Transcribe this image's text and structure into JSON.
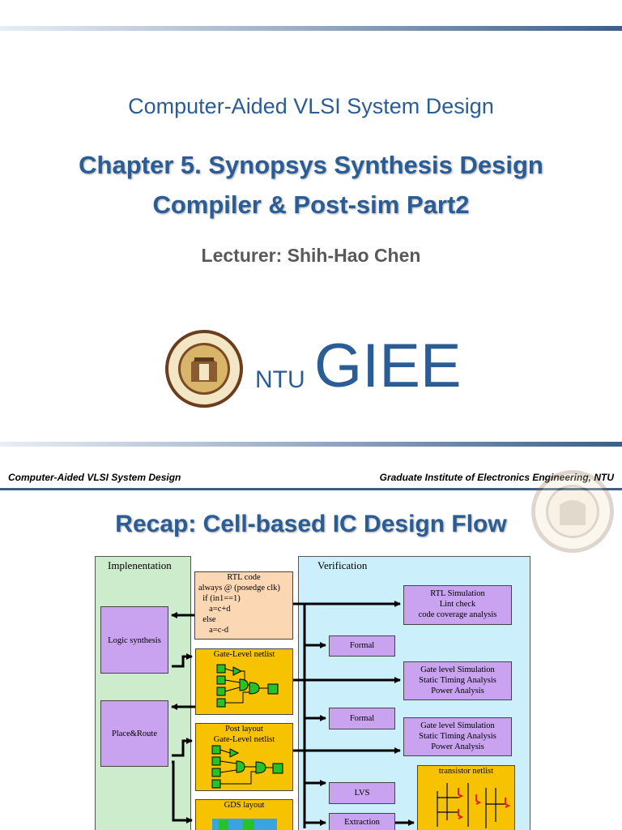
{
  "slide1": {
    "course_title": "Computer-Aided VLSI System Design",
    "chapter_line1": "Chapter 5. Synopsys Synthesis Design",
    "chapter_line2": "Compiler & Post-sim Part2",
    "lecturer": "Lecturer: Shih-Hao Chen",
    "logo_small": "NTU",
    "logo_big": "GIEE"
  },
  "slide2": {
    "header_left": "Computer-Aided VLSI System Design",
    "header_right": "Graduate Institute of Electronics Engineering, NTU",
    "title": "Recap: Cell-based IC Design Flow"
  },
  "diagram": {
    "impl_title": "Implenentation",
    "verif_title": "Verification",
    "rtl_code_title": "RTL code",
    "rtl_code_lines": "always @ (posedge clk)\n  if (in1==1)\n     a=c+d\n  else\n     a=c-d",
    "logic_synthesis": "Logic synthesis",
    "place_route": "Place&Route",
    "gate_netlist": "Gate-Level netlist",
    "post_layout_line1": "Post layout",
    "post_layout_line2": "Gate-Level netlist",
    "gds_layout": "GDS layout",
    "rtl_sim_line1": "RTL Simulation",
    "rtl_sim_line2": "Lint check",
    "rtl_sim_line3": "code coverage analysis",
    "formal1": "Formal",
    "formal2": "Formal",
    "gate_sim1_line1": "Gate level Simulation",
    "gate_sim1_line2": "Static Timing Analysis",
    "gate_sim1_line3": "Power Analysis",
    "gate_sim2_line1": "Gate level Simulation",
    "gate_sim2_line2": "Static Timing Analysis",
    "gate_sim2_line3": "Power Analysis",
    "lvs": "LVS",
    "extraction": "Extraction",
    "transistor_netlist": "transistor netlist"
  },
  "colors": {
    "title_blue": "#2a5d95",
    "impl_bg": "#cdeccb",
    "verif_bg": "#ccf0fb",
    "purple_box": "#c9a3ef",
    "gold_box": "#f7c300",
    "peach_box": "#fcd7b3"
  }
}
